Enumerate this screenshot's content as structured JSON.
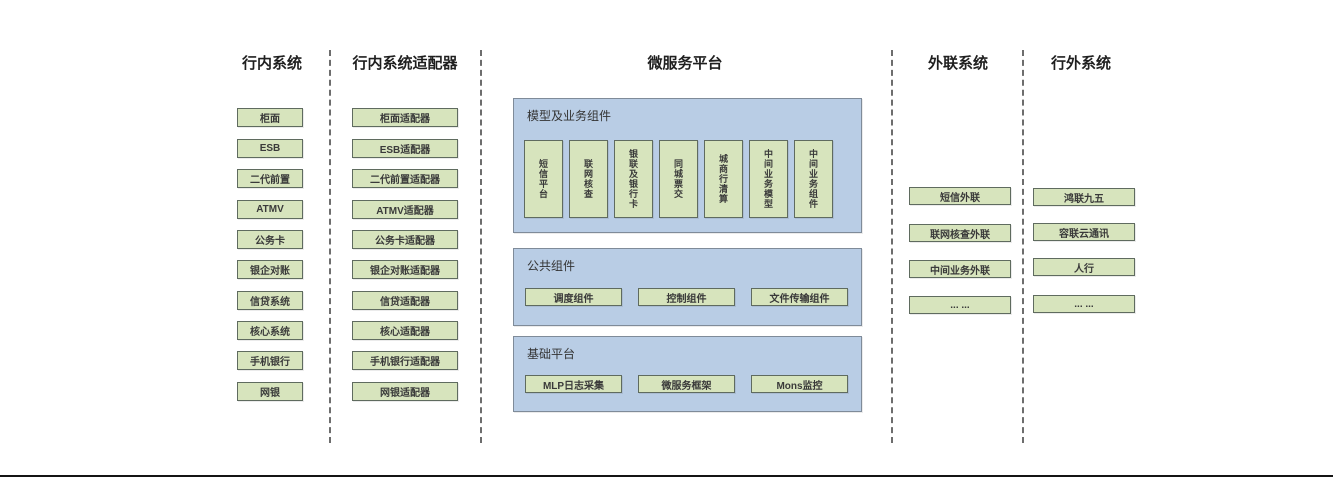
{
  "columns": {
    "internal": {
      "title": "行内系统",
      "items": [
        "柜面",
        "ESB",
        "二代前置",
        "ATMV",
        "公务卡",
        "银企对账",
        "信贷系统",
        "核心系统",
        "手机银行",
        "网银"
      ]
    },
    "adapters": {
      "title": "行内系统适配器",
      "items": [
        "柜面适配器",
        "ESB适配器",
        "二代前置适配器",
        "ATMV适配器",
        "公务卡适配器",
        "银企对账适配器",
        "信贷适配器",
        "核心适配器",
        "手机银行适配器",
        "网银适配器"
      ]
    },
    "platform": {
      "title": "微服务平台",
      "model_group": {
        "label": "模型及业务组件",
        "items": [
          "短信平台",
          "联网核查",
          "银联及银行卡",
          "同城票交",
          "城商行清算",
          "中间业务模型",
          "中间业务组件"
        ]
      },
      "common_group": {
        "label": "公共组件",
        "items": [
          "调度组件",
          "控制组件",
          "文件传输组件"
        ]
      },
      "base_group": {
        "label": "基础平台",
        "items": [
          "MLP日志采集",
          "微服务框架",
          "Mons监控"
        ]
      }
    },
    "external_link": {
      "title": "外联系统",
      "items": [
        "短信外联",
        "联网核查外联",
        "中间业务外联",
        "... ..."
      ]
    },
    "external": {
      "title": "行外系统",
      "items": [
        "鸿联九五",
        "容联云通讯",
        "人行",
        "... ..."
      ]
    }
  },
  "colors": {
    "node_fill": "#d7e4bd",
    "node_border": "#5f6b5f",
    "panel_fill": "#b9cde5",
    "panel_border": "#7f8b99",
    "divider": "#6d6d6d",
    "bottom_rule": "#141414",
    "text": "#3a3a3a"
  }
}
